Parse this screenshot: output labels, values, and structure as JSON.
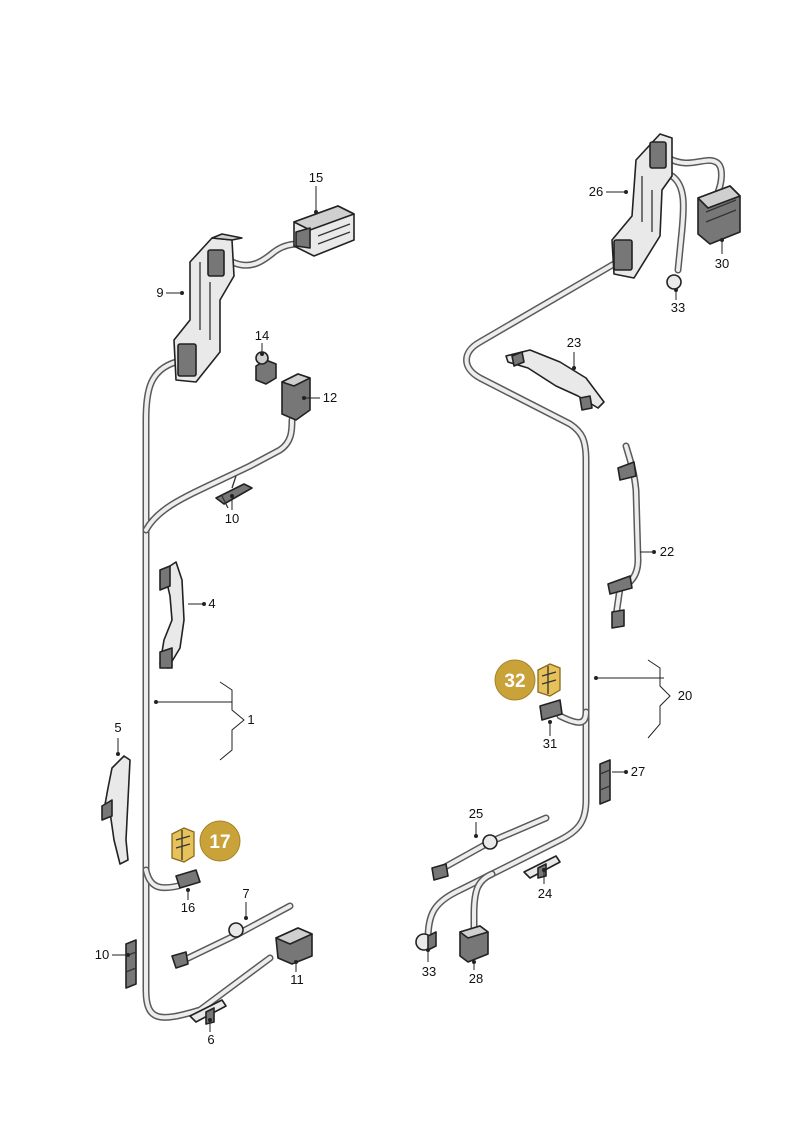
{
  "callouts": {
    "c1": "1",
    "c4": "4",
    "c5": "5",
    "c6": "6",
    "c7": "7",
    "c9": "9",
    "c10a": "10",
    "c10b": "10",
    "c11": "11",
    "c12": "12",
    "c14": "14",
    "c15": "15",
    "c16": "16",
    "c20": "20",
    "c22": "22",
    "c23": "23",
    "c24": "24",
    "c25": "25",
    "c26": "26",
    "c27": "27",
    "c28": "28",
    "c30": "30",
    "c31": "31",
    "c33a": "33",
    "c33b": "33"
  },
  "badges": {
    "b17": "17",
    "b32": "32"
  },
  "colors": {
    "badge": "#c9a23a",
    "clip": "#e7c15a",
    "wire": "#5a5a5a"
  }
}
